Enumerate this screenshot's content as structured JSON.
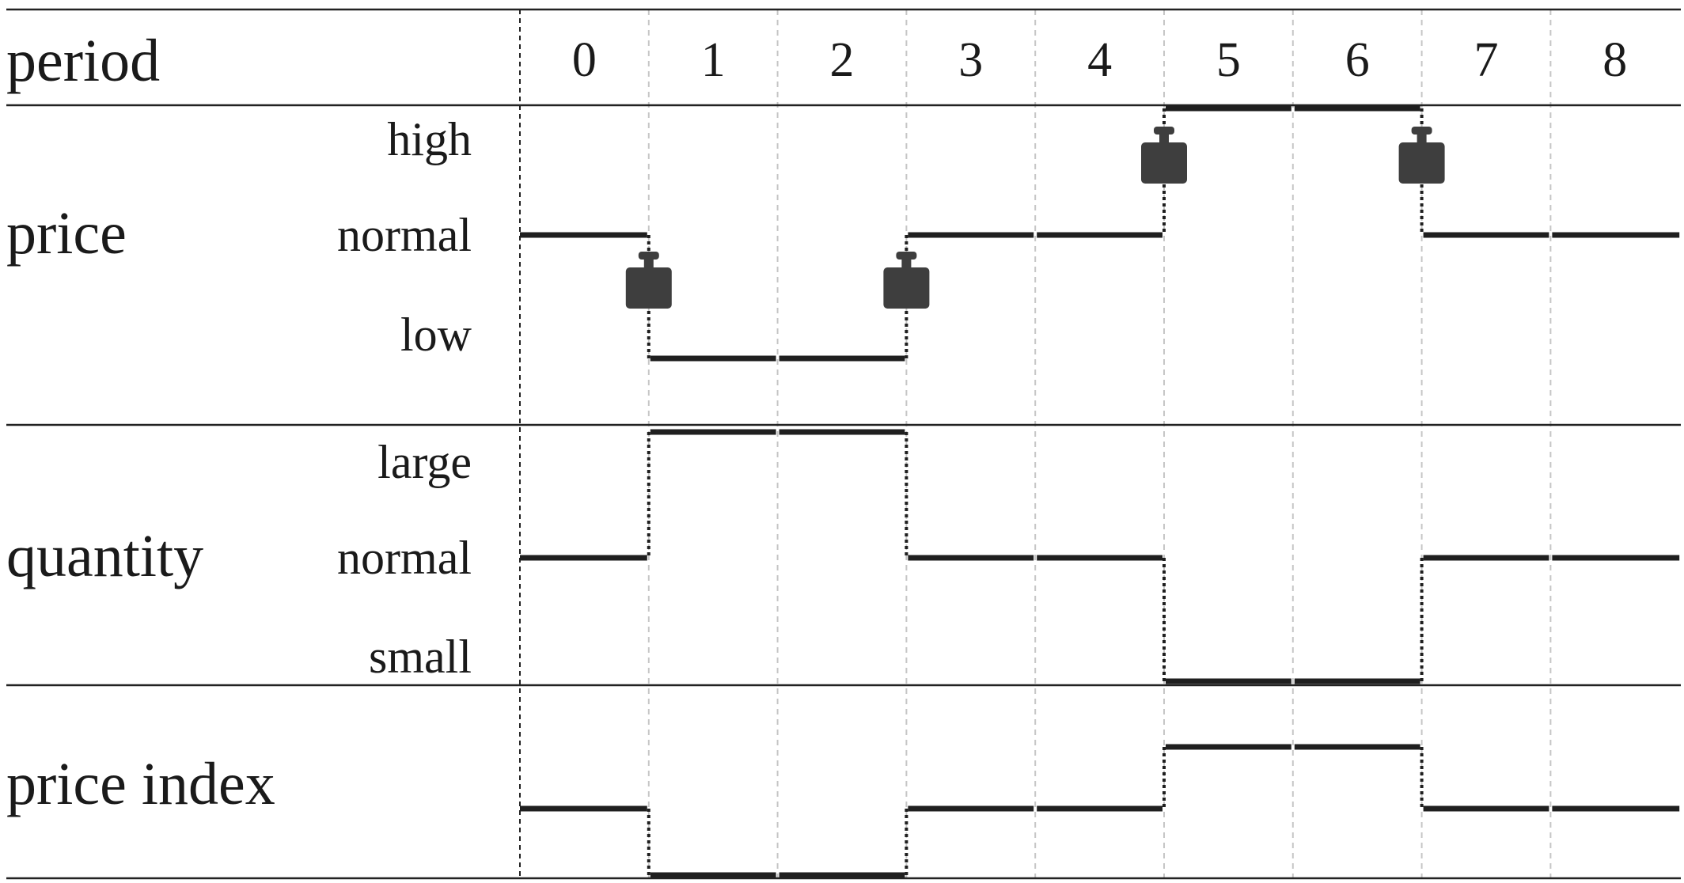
{
  "header": {
    "label": "period",
    "periods": [
      "0",
      "1",
      "2",
      "3",
      "4",
      "5",
      "6",
      "7",
      "8"
    ]
  },
  "rows": [
    {
      "id": "price",
      "title": "price",
      "levels": [
        "high",
        "normal",
        "low"
      ],
      "series": [
        "normal",
        "low",
        "low",
        "normal",
        "normal",
        "high",
        "high",
        "normal",
        "normal"
      ],
      "markers_at_changes": [
        1,
        3,
        5,
        7
      ]
    },
    {
      "id": "quantity",
      "title": "quantity",
      "levels": [
        "large",
        "normal",
        "small"
      ],
      "series": [
        "normal",
        "large",
        "large",
        "normal",
        "normal",
        "small",
        "small",
        "normal",
        "normal"
      ],
      "markers_at_changes": []
    },
    {
      "id": "price-index",
      "title": "price index",
      "levels": [
        "",
        "",
        ""
      ],
      "series": [
        "mid",
        "low",
        "low",
        "mid",
        "mid",
        "high",
        "high",
        "mid",
        "mid"
      ],
      "markers_at_changes": []
    }
  ],
  "icons": {
    "marker": "weight-icon"
  },
  "colors": {
    "line": "#1f1f1f",
    "marker": "#3e3e3e",
    "grid": "#c6c6c6"
  }
}
